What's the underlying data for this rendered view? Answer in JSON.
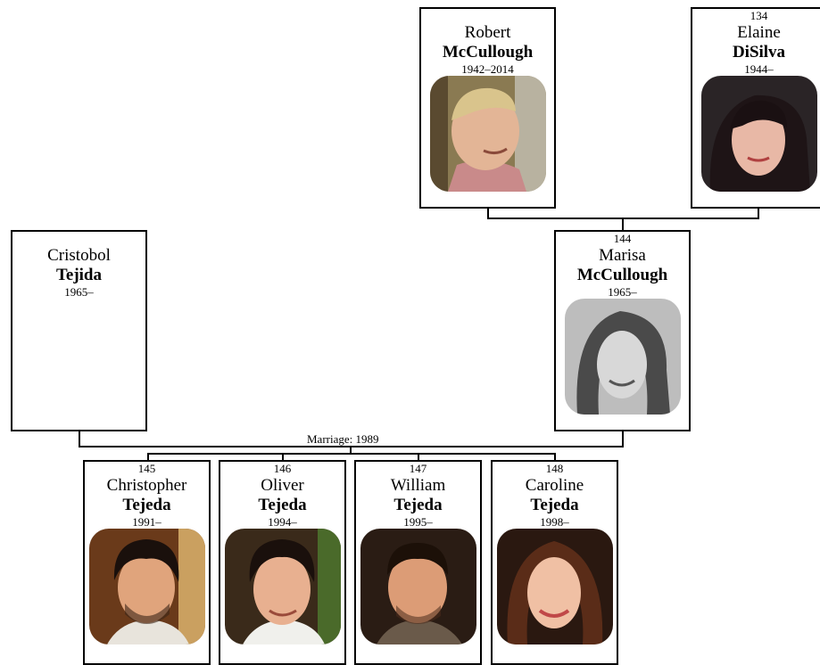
{
  "people": {
    "robert": {
      "num": "",
      "first": "Robert",
      "last": "McCullough",
      "years": "1942–2014"
    },
    "elaine": {
      "num": "134",
      "first": "Elaine",
      "last": "DiSilva",
      "years": "1944–"
    },
    "cristobol": {
      "num": "",
      "first": "Cristobol",
      "last": "Tejida",
      "years": "1965–"
    },
    "marisa": {
      "num": "144",
      "first": "Marisa",
      "last": "McCullough",
      "years": "1965–"
    },
    "christopher": {
      "num": "145",
      "first": "Christopher",
      "last": "Tejeda",
      "years": "1991–"
    },
    "oliver": {
      "num": "146",
      "first": "Oliver",
      "last": "Tejeda",
      "years": "1994–"
    },
    "william": {
      "num": "147",
      "first": "William",
      "last": "Tejeda",
      "years": "1995–"
    },
    "caroline": {
      "num": "148",
      "first": "Caroline",
      "last": "Tejeda",
      "years": "1998–"
    }
  },
  "marriage_label": "Marriage: 1989"
}
